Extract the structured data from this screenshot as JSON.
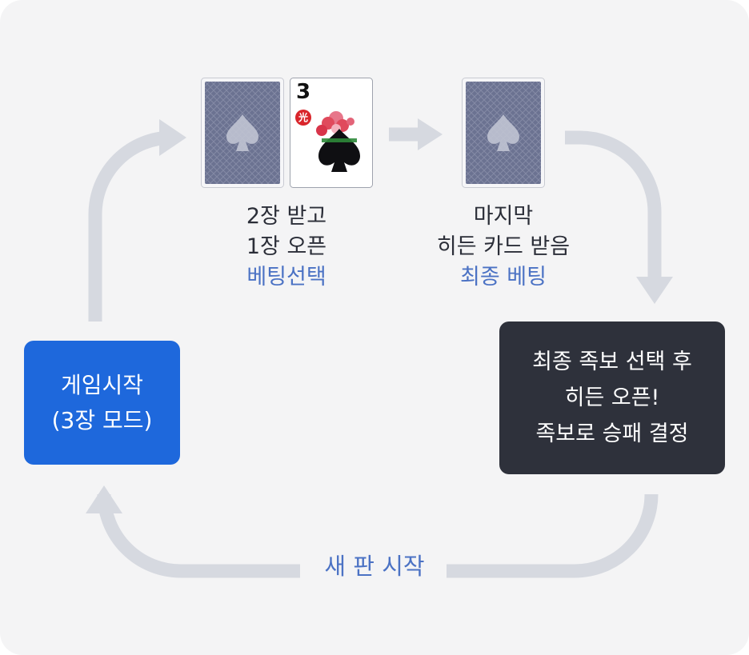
{
  "start": {
    "line1": "게임시작",
    "line2": "(3장 모드)"
  },
  "step1": {
    "line1": "2장 받고",
    "line2": "1장 오픈",
    "action": "베팅선택"
  },
  "step2": {
    "line1": "마지막",
    "line2": "히든 카드 받음",
    "action": "최종 베팅"
  },
  "result": {
    "line1": "최종 족보 선택 후",
    "line2": "히든 오픈!",
    "line3": "족보로 승패 결정"
  },
  "loop": {
    "label": "새 판 시작"
  },
  "open_card": {
    "rank": "3",
    "badge": "光"
  },
  "colors": {
    "background": "#f4f4f5",
    "arrow": "#d6d9e0",
    "start_box": "#1e68dc",
    "result_box": "#2e313b",
    "accent_text": "#4b72c4",
    "card_back": "#6b7291",
    "badge": "#d9252b"
  }
}
